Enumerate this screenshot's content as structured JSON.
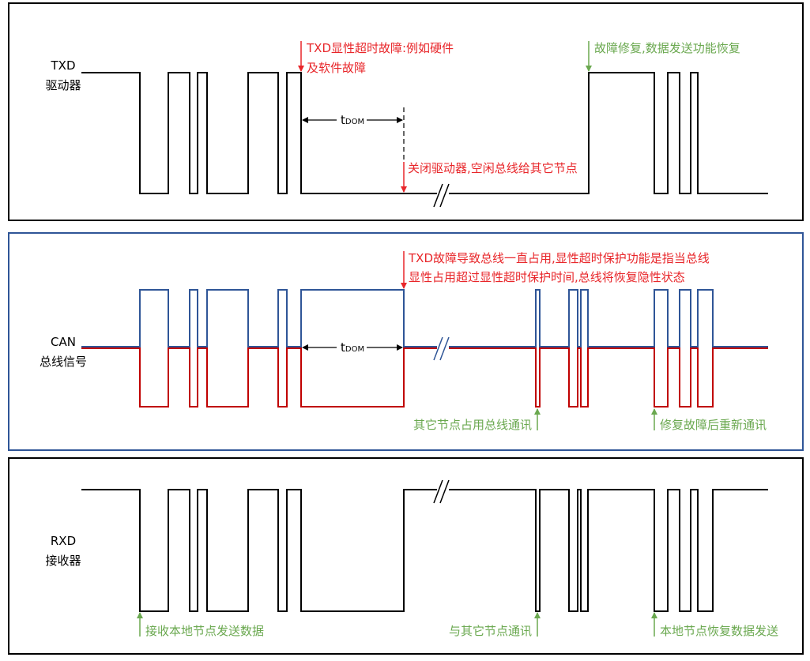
{
  "panels": {
    "txd": {
      "label_line1": "TXD",
      "label_line2": "驱动器"
    },
    "can": {
      "label_line1": "CAN",
      "label_line2": "总线信号"
    },
    "rxd": {
      "label_line1": "RXD",
      "label_line2": "接收器"
    }
  },
  "annotations": {
    "txd_fault_line1": "TXD显性超时故障:例如硬件",
    "txd_fault_line2": "及软件故障",
    "repair_restore": "故障修复,数据发送功能恢复",
    "close_driver": "关闭驱动器,空闲总线给其它节点",
    "can_fault_line1": "TXD故障导致总线一直占用,显性超时保护功能是指当总线",
    "can_fault_line2": "显性占用超过显性超时保护时间,总线将恢复隐性状态",
    "other_nodes_bus": "其它节点占用总线通讯",
    "repair_recomm": "修复故障后重新通讯",
    "recv_local": "接收本地节点发送数据",
    "comm_other": "与其它节点通讯",
    "local_restore": "本地节点恢复数据发送"
  },
  "timing": {
    "symbol": "t",
    "subscript": "DOM"
  },
  "colors": {
    "panel_border_black": "#000000",
    "panel_border_blue": "#2f5597",
    "can_high": "#2f5597",
    "can_low": "#c00000",
    "annotation_red": "#e8262a",
    "annotation_green": "#6aa84f"
  }
}
